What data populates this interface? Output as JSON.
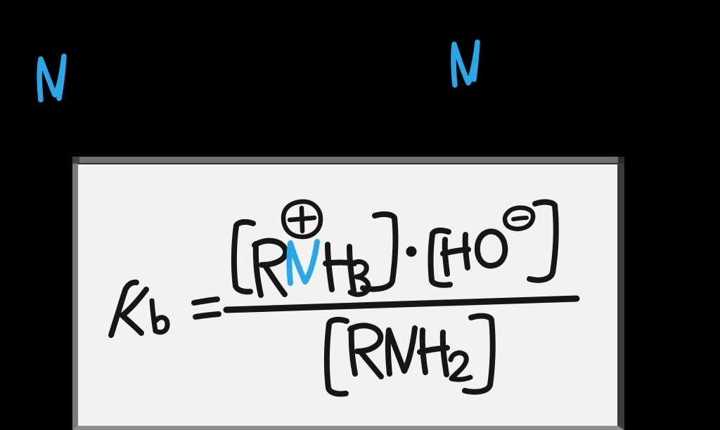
{
  "colors": {
    "background": "#000000",
    "ink": "#161616",
    "highlight": "#2aa7e8",
    "board_bg": "#f2f2f0",
    "board_border_top": "#6f6f6f",
    "board_border_left": "#7a7a7a",
    "board_border_right": "#3c3c3c",
    "board_border_bottom": "#8e8e8e"
  },
  "annotations": {
    "left_label": "N",
    "right_label": "N"
  },
  "formula": {
    "lhs": "Kb",
    "lhs_base": "K",
    "lhs_subscript": "b",
    "equals": "=",
    "numerator_term1": "[RNH₃]",
    "numerator_term1_charge": "+",
    "numerator_term2": "[HO]",
    "numerator_term2_charge": "−",
    "operator": "·",
    "denominator": "[RNH₂]",
    "highlighted_atom": "N",
    "reading": "Kb = [RNH₃⁺] · [HO⁻] / [RNH₂]"
  }
}
